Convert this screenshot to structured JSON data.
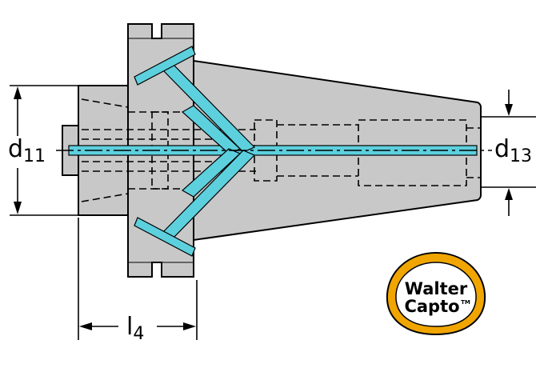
{
  "dimensions": {
    "d11": {
      "main": "d",
      "sub": "11"
    },
    "d13": {
      "main": "d",
      "sub": "13"
    },
    "l4": {
      "main": "l",
      "sub": "4"
    }
  },
  "logo": {
    "line1": "Walter",
    "line2": "Capto",
    "mark": "TM"
  },
  "colors": {
    "body": "#c8c8c8",
    "outline": "#000000",
    "coolant": "#5dd0de",
    "logo_ring": "#f0a500",
    "logo_text": "#000000"
  }
}
